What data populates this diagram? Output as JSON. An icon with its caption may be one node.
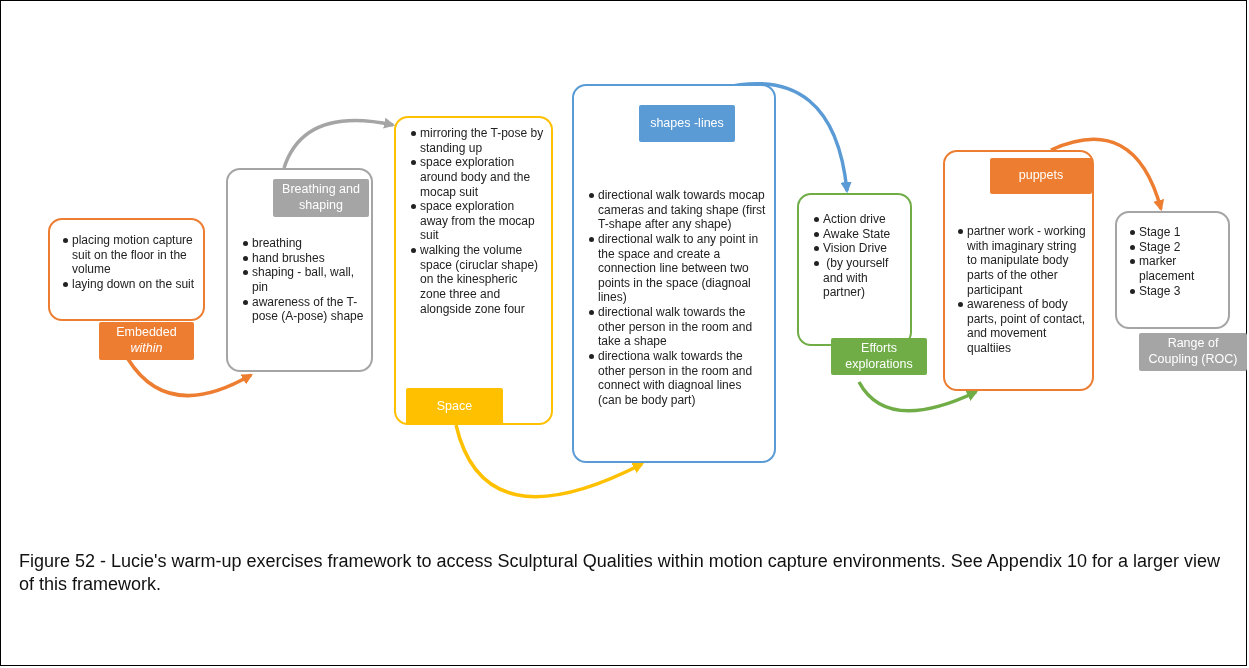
{
  "diagram": {
    "caption": "Figure 52 - Lucie's warm-up exercises framework to access Sculptural Qualities within motion capture environments. See Appendix 10 for a larger view of this framework.",
    "nodes": [
      {
        "text": [
          "placing motion capture suit on the floor in the volume",
          "laying down on the suit",
          "Embedded *within*"
        ]
      },
      {
        "text": [
          "Breathing and shaping",
          "breathing",
          "hand brushes",
          "shaping - ball, wall, pin",
          "awareness of the T-pose (A-pose) shape"
        ]
      },
      {
        "text": [
          "mirroring the T-pose by standing up",
          "space exploration around body and the mocap suit",
          "space exploration away from the mocap suit",
          "walking the volume space (ciruclar shape) on the kinespheric zone three and alongside zone four",
          "Space"
        ]
      },
      {
        "text": [
          "shapes -lines",
          "directional walk towards mocap cameras and taking shape (first T-shape after any shape)",
          "directional walk to any point in the space and create a connection line between two points in the space (diagnoal lines)",
          "directional walk towards the other person in the room and take a shape",
          "directiona walk towards the other person in the room and connect with diagnoal lines (can be body part)"
        ]
      },
      {
        "text": [
          "Action drive",
          "Awake State",
          "Vision Drive",
          " (by yourself and with partner)",
          "Efforts explorations"
        ]
      },
      {
        "text": [
          "puppets",
          "partner work - working with imaginary string to manipulate body parts of the other participant",
          "awareness of body parts, point of contact, and movement qualtiies"
        ]
      },
      {
        "text": [
          "Stage 1",
          "Stage 2",
          "marker placement",
          "Stage 3",
          "Range of Coupling (ROC)"
        ]
      }
    ],
    "edges": [
      {
        "from": 0,
        "to": 1,
        "arrow": "to",
        "color": "#ed7d31"
      },
      {
        "from": 1,
        "to": 2,
        "arrow": "to",
        "color": "#a5a5a5"
      },
      {
        "from": 2,
        "to": 3,
        "arrow": "to",
        "color": "#ffc000"
      },
      {
        "from": 3,
        "to": 4,
        "arrow": "to",
        "color": "#5b9bd5"
      },
      {
        "from": 4,
        "to": 5,
        "arrow": "to",
        "color": "#70ad47"
      },
      {
        "from": 5,
        "to": 6,
        "arrow": "to",
        "color": "#ed7d31"
      }
    ]
  }
}
